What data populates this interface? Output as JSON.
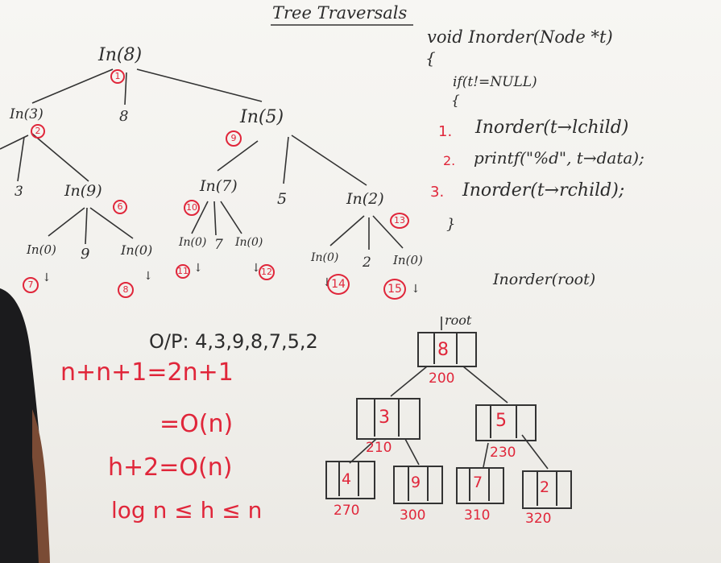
{
  "title": "Tree Traversals",
  "recursion_tree": {
    "root": "In(8)",
    "n3": "In(3)",
    "val8": "8",
    "n5": "In(5)",
    "val3": "3",
    "n9": "In(9)",
    "n7": "In(7)",
    "val5": "5",
    "n2": "In(2)",
    "n9_left": "In(0)",
    "val9": "9",
    "n9_right": "In(0)",
    "n7_left": "In(0)",
    "val7": "7",
    "n7_right": "In(0)",
    "n2_left": "In(0)",
    "val2": "2",
    "n2_right": "In(0)",
    "steps": [
      "1",
      "2",
      "6",
      "7",
      "8",
      "9",
      "10",
      "11",
      "12",
      "13",
      "14",
      "15"
    ]
  },
  "code": {
    "line1": "void Inorder(Node *t)",
    "line2": "{",
    "line3": "if(t!=NULL)",
    "line4": "{",
    "line5_num": "1.",
    "line5": "Inorder(t→lchild)",
    "line6_num": "2.",
    "line6": "printf(\"%d\", t→data);",
    "line7_num": "3.",
    "line7": "Inorder(t→rchild);",
    "line8": "}",
    "call": "Inorder(root)"
  },
  "output": "O/P: 4,3,9,8,7,5,2",
  "analysis": {
    "eq1": "n+n+1=2n+1",
    "eq2": "=O(n)",
    "eq3": "h+2=O(n)",
    "eq4": "log n ≤ h ≤ n"
  },
  "memory_tree": {
    "root_label": "root",
    "nodes": [
      {
        "value": "8",
        "address": "200"
      },
      {
        "value": "3",
        "address": "210"
      },
      {
        "value": "5",
        "address": "230"
      },
      {
        "value": "4",
        "address": "270"
      },
      {
        "value": "9",
        "address": "300"
      },
      {
        "value": "7",
        "address": "310"
      },
      {
        "value": "2",
        "address": "320"
      }
    ]
  },
  "colors": {
    "marker_black": "#2c2c2c",
    "marker_red": "#e0263a",
    "board": "#f4f3f0"
  }
}
